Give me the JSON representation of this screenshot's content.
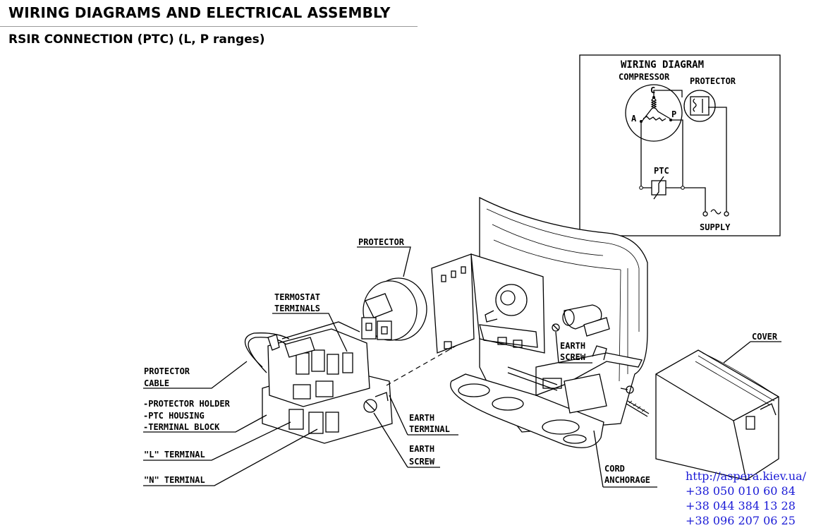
{
  "header": {
    "title": "WIRING DIAGRAMS AND ELECTRICAL ASSEMBLY",
    "subtitle": "RSIR CONNECTION (PTC) (L, P ranges)"
  },
  "wiring_diagram": {
    "title": "WIRING DIAGRAM",
    "compressor_label": "COMPRESSOR",
    "protector_label": "PROTECTOR",
    "terminal_c": "C",
    "terminal_a": "A",
    "terminal_p": "P",
    "ptc_label": "PTC",
    "supply_label": "SUPPLY"
  },
  "callouts": {
    "protector": "PROTECTOR",
    "termostat_1": "TERMOSTAT",
    "termostat_2": "TERMINALS",
    "protector_cable_1": "PROTECTOR",
    "protector_cable_2": "CABLE",
    "holder_1": "-PROTECTOR HOLDER",
    "holder_2": "-PTC HOUSING",
    "holder_3": "-TERMINAL BLOCK",
    "l_terminal": "\"L\" TERMINAL",
    "n_terminal": "\"N\" TERMINAL",
    "earth_terminal_1": "EARTH",
    "earth_terminal_2": "TERMINAL",
    "earth_screw_left_1": "EARTH",
    "earth_screw_left_2": "SCREW",
    "earth_screw_right_1": "EARTH",
    "earth_screw_right_2": "SCREW",
    "cover": "COVER",
    "cord_1": "CORD",
    "cord_2": "ANCHORAGE"
  },
  "contact": {
    "url": "http://aspera.kiev.ua/",
    "phone1": "+38 050 010 60 84",
    "phone2": "+38 044 384 13 28",
    "phone3": "+38 096 207 06 25"
  }
}
